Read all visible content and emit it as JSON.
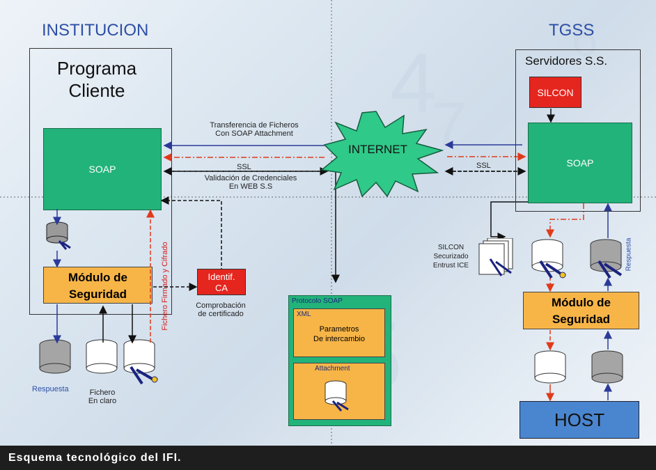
{
  "titles": {
    "left": "INSTITUCION",
    "right": "TGSS"
  },
  "client": {
    "title_line1": "Programa",
    "title_line2": "Cliente",
    "soap": "SOAP",
    "security_line1": "Módulo de",
    "security_line2": "Seguridad",
    "vertical_label": "Fichero Firmado y Cifrado",
    "cyl_respuesta": "Respuesta",
    "cyl_fichero_line1": "Fichero",
    "cyl_fichero_line2": "En claro"
  },
  "middle": {
    "transfer_line1": "Transferencia de Ficheros",
    "transfer_line2": "Con SOAP Attachment",
    "ssl_left": "SSL",
    "validation_line1": "Validación de Credenciales",
    "validation_line2": "En WEB S.S",
    "internet": "INTERNET",
    "ssl_right": "SSL",
    "ca_line1": "Identif.",
    "ca_line2": "CA",
    "ca_check_line1": "Comprobación",
    "ca_check_line2": "de certificado"
  },
  "protocol": {
    "title": "Protocolo SOAP",
    "xml": "XML",
    "params_line1": "Parametros",
    "params_line2": "De intercambio",
    "attachment": "Attachment"
  },
  "server": {
    "title": "Servidores S.S.",
    "silcon": "SILCON",
    "soap": "SOAP",
    "silcon_sec_line1": "SILCON",
    "silcon_sec_line2": "Securizado",
    "silcon_sec_line3": "Entrust ICE",
    "respuesta": "Respuesta",
    "security_line1": "Módulo de",
    "security_line2": "Seguridad",
    "host": "HOST"
  },
  "caption": "Esquema tecnológico del IFI."
}
